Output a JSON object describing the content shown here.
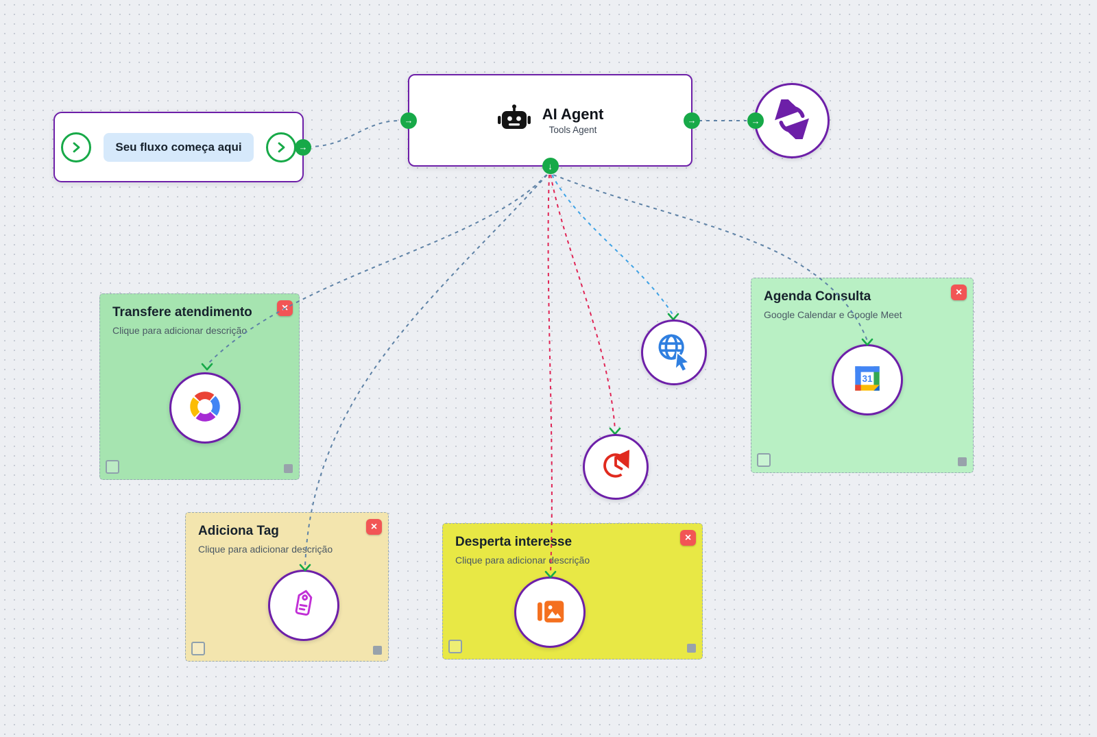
{
  "glyphs": {
    "close": "×",
    "arrow_right": "→",
    "arrow_down": "↓"
  },
  "start_node": {
    "label": "Seu fluxo começa aqui"
  },
  "ai_agent": {
    "title": "AI Agent",
    "subtitle": "Tools Agent"
  },
  "cards": {
    "transfere": {
      "title": "Transfere atendimento",
      "subtitle": "Clique para adicionar descrição",
      "bg": "#a6e4b0"
    },
    "agenda": {
      "title": "Agenda Consulta",
      "subtitle": "Google Calendar e Google Meet",
      "bg": "#b9f0c4"
    },
    "adiciona_tag": {
      "title": "Adiciona Tag",
      "subtitle": "Clique para adicionar descrição",
      "bg": "#f3e5ae"
    },
    "desperta": {
      "title": "Desperta interesse",
      "subtitle": "Clique para adicionar descrição",
      "bg": "#e8e845"
    }
  },
  "calendar": {
    "day": "31"
  },
  "colors": {
    "node_border_purple": "#6d1fa8",
    "connector_green": "#17a948",
    "edge_steel_blue": "#5e82a6",
    "edge_light_blue": "#3fa3e6",
    "edge_red": "#e02455",
    "close_button_red": "#f25555",
    "start_pill_blue": "#d6e9fb"
  }
}
